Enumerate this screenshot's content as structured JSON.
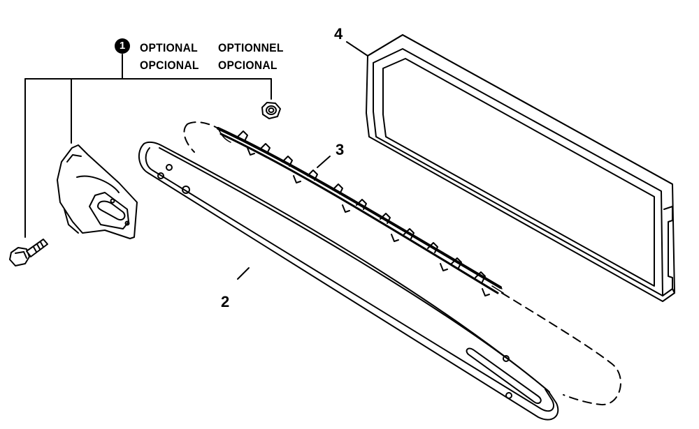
{
  "optional_group": {
    "badge": "1",
    "label_en": "OPTIONAL",
    "label_fr": "OPTIONNEL",
    "label_es": "OPCIONAL",
    "label_pt": "OPCIONAL"
  },
  "callouts": {
    "bar": "2",
    "chain": "3",
    "scabbard": "4"
  },
  "colors": {
    "line": "#000000",
    "background": "#ffffff"
  }
}
